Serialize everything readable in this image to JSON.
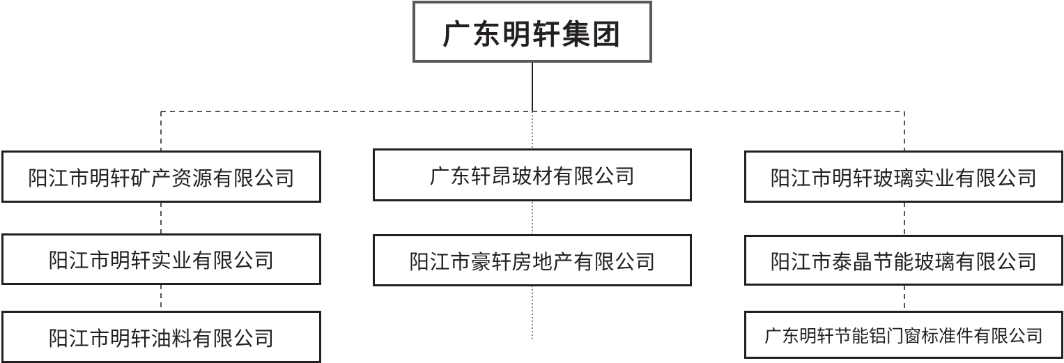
{
  "org_chart": {
    "root": {
      "label": "广东明轩集团"
    },
    "branches": [
      {
        "items": [
          {
            "label": "阳江市明轩矿产资源有限公司"
          },
          {
            "label": "阳江市明轩实业有限公司"
          },
          {
            "label": "阳江市明轩油料有限公司"
          }
        ]
      },
      {
        "items": [
          {
            "label": "广东轩昂玻材有限公司"
          },
          {
            "label": "阳江市豪轩房地产有限公司"
          }
        ]
      },
      {
        "items": [
          {
            "label": "阳江市明轩玻璃实业有限公司"
          },
          {
            "label": "阳江市泰晶节能玻璃有限公司"
          },
          {
            "label": "广东明轩节能铝门窗标准件有限公司"
          }
        ]
      }
    ]
  },
  "colors": {
    "line": "#231f20",
    "dashed_line": "#555555",
    "root_border": "#595959"
  }
}
